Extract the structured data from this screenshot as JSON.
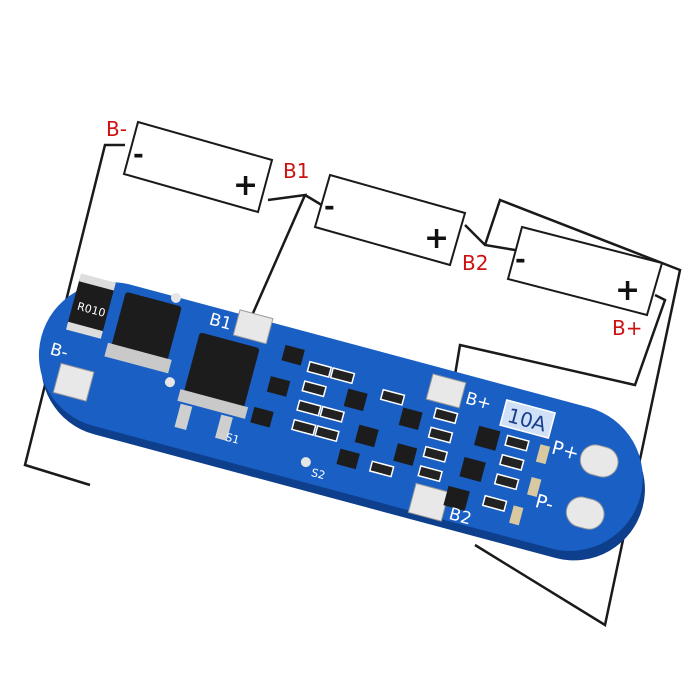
{
  "diagram": {
    "labels": {
      "b_minus_top": "B-",
      "b1": "B1",
      "b2": "B2",
      "b_plus_right": "B+"
    },
    "cells": [
      {
        "minus": "-",
        "plus": "+"
      },
      {
        "minus": "-",
        "plus": "+"
      },
      {
        "minus": "-",
        "plus": "+"
      }
    ]
  },
  "board": {
    "silkscreen": {
      "b1": "B1",
      "b_plus": "B+",
      "b_minus": "B-",
      "b2": "B2",
      "p_plus": "P+",
      "p_minus": "P-",
      "s1": "S1",
      "s2": "S2",
      "r010": "R010"
    },
    "rating_badge": "10A"
  },
  "colors": {
    "pcb": "#1a5fc4",
    "pcb_edge": "#0e3f8c",
    "wire": "#1a1a1a",
    "label_red": "#cc1111",
    "pad": "#e8e8e8",
    "badge_bg": "#cfe0f7"
  }
}
